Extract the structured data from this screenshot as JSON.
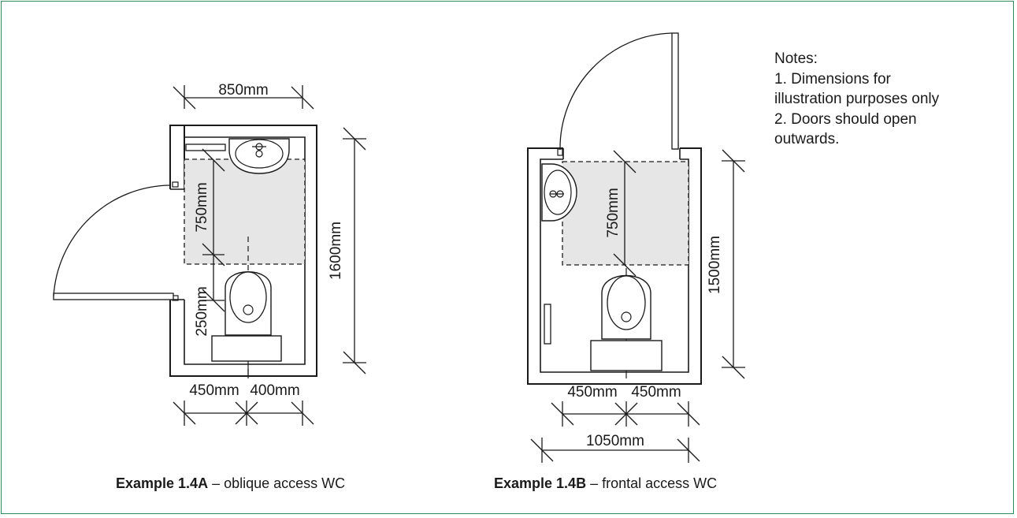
{
  "notes": {
    "heading": "Notes:",
    "lines": [
      "1. Dimensions for",
      "illustration purposes only",
      "2. Doors should open",
      "outwards."
    ]
  },
  "example_a": {
    "caption_bold": "Example 1.4A",
    "caption_rest": " – oblique access WC",
    "dims": {
      "width": "850mm",
      "activity_depth": "750mm",
      "wc_offset": "250mm",
      "length": "1600mm",
      "bottom_left": "450mm",
      "bottom_right": "400mm"
    }
  },
  "example_b": {
    "caption_bold": "Example 1.4B",
    "caption_rest": " – frontal access WC",
    "dims": {
      "activity_depth": "750mm",
      "length": "1500mm",
      "bottom_left": "450mm",
      "bottom_right": "450mm",
      "width": "1050mm"
    }
  },
  "colors": {
    "frame": "#2e8b57",
    "line": "#1a1a1a",
    "activity_zone": "#e6e6e6"
  }
}
